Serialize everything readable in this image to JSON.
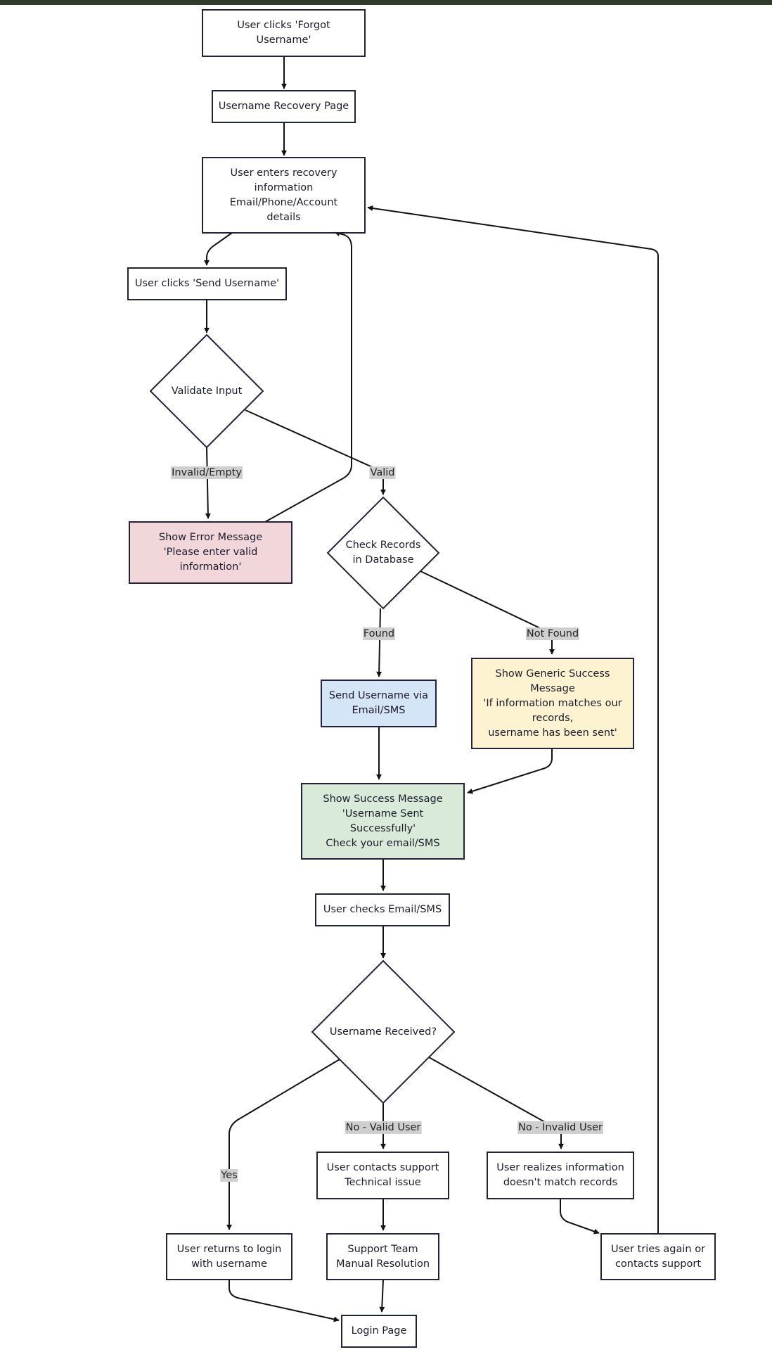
{
  "nodes": {
    "forgot_username": "User clicks 'Forgot\nUsername'",
    "recovery_page": "Username Recovery Page",
    "enter_info": "User enters recovery\ninformation\nEmail/Phone/Account\ndetails",
    "send_username_click": "User clicks 'Send Username'",
    "validate_input": "Validate Input",
    "error_message": "Show Error Message\n'Please enter valid\ninformation'",
    "check_records": "Check Records\nin Database",
    "send_username": "Send Username via\nEmail/SMS",
    "generic_success": "Show Generic Success\nMessage\n'If information matches our\nrecords,\nusername has been sent'",
    "success_message": "Show Success Message\n'Username Sent\nSuccessfully'\nCheck your email/SMS",
    "checks_email": "User checks Email/SMS",
    "username_received": "Username Received?",
    "contacts_support": "User contacts support\nTechnical issue",
    "realizes_mismatch": "User realizes information\ndoesn't match records",
    "returns_login": "User returns to login\nwith username",
    "support_team": "Support Team\nManual Resolution",
    "tries_again": "User tries again or\ncontacts support",
    "login_page": "Login Page"
  },
  "edge_labels": {
    "invalid_empty": "Invalid/Empty",
    "valid": "Valid",
    "found": "Found",
    "not_found": "Not Found",
    "yes": "Yes",
    "no_valid_user": "No - Valid User",
    "no_invalid_user": "No - Invalid User"
  },
  "colors": {
    "error_fill": "#f2d7da",
    "send_fill": "#d5e5f8",
    "generic_fill": "#fdf3d1",
    "success_fill": "#d9ead9",
    "default_fill": "#ffffff",
    "border": "#22223a",
    "label_bg": "#cfcfcf",
    "top_bar": "#2f3a2a"
  }
}
